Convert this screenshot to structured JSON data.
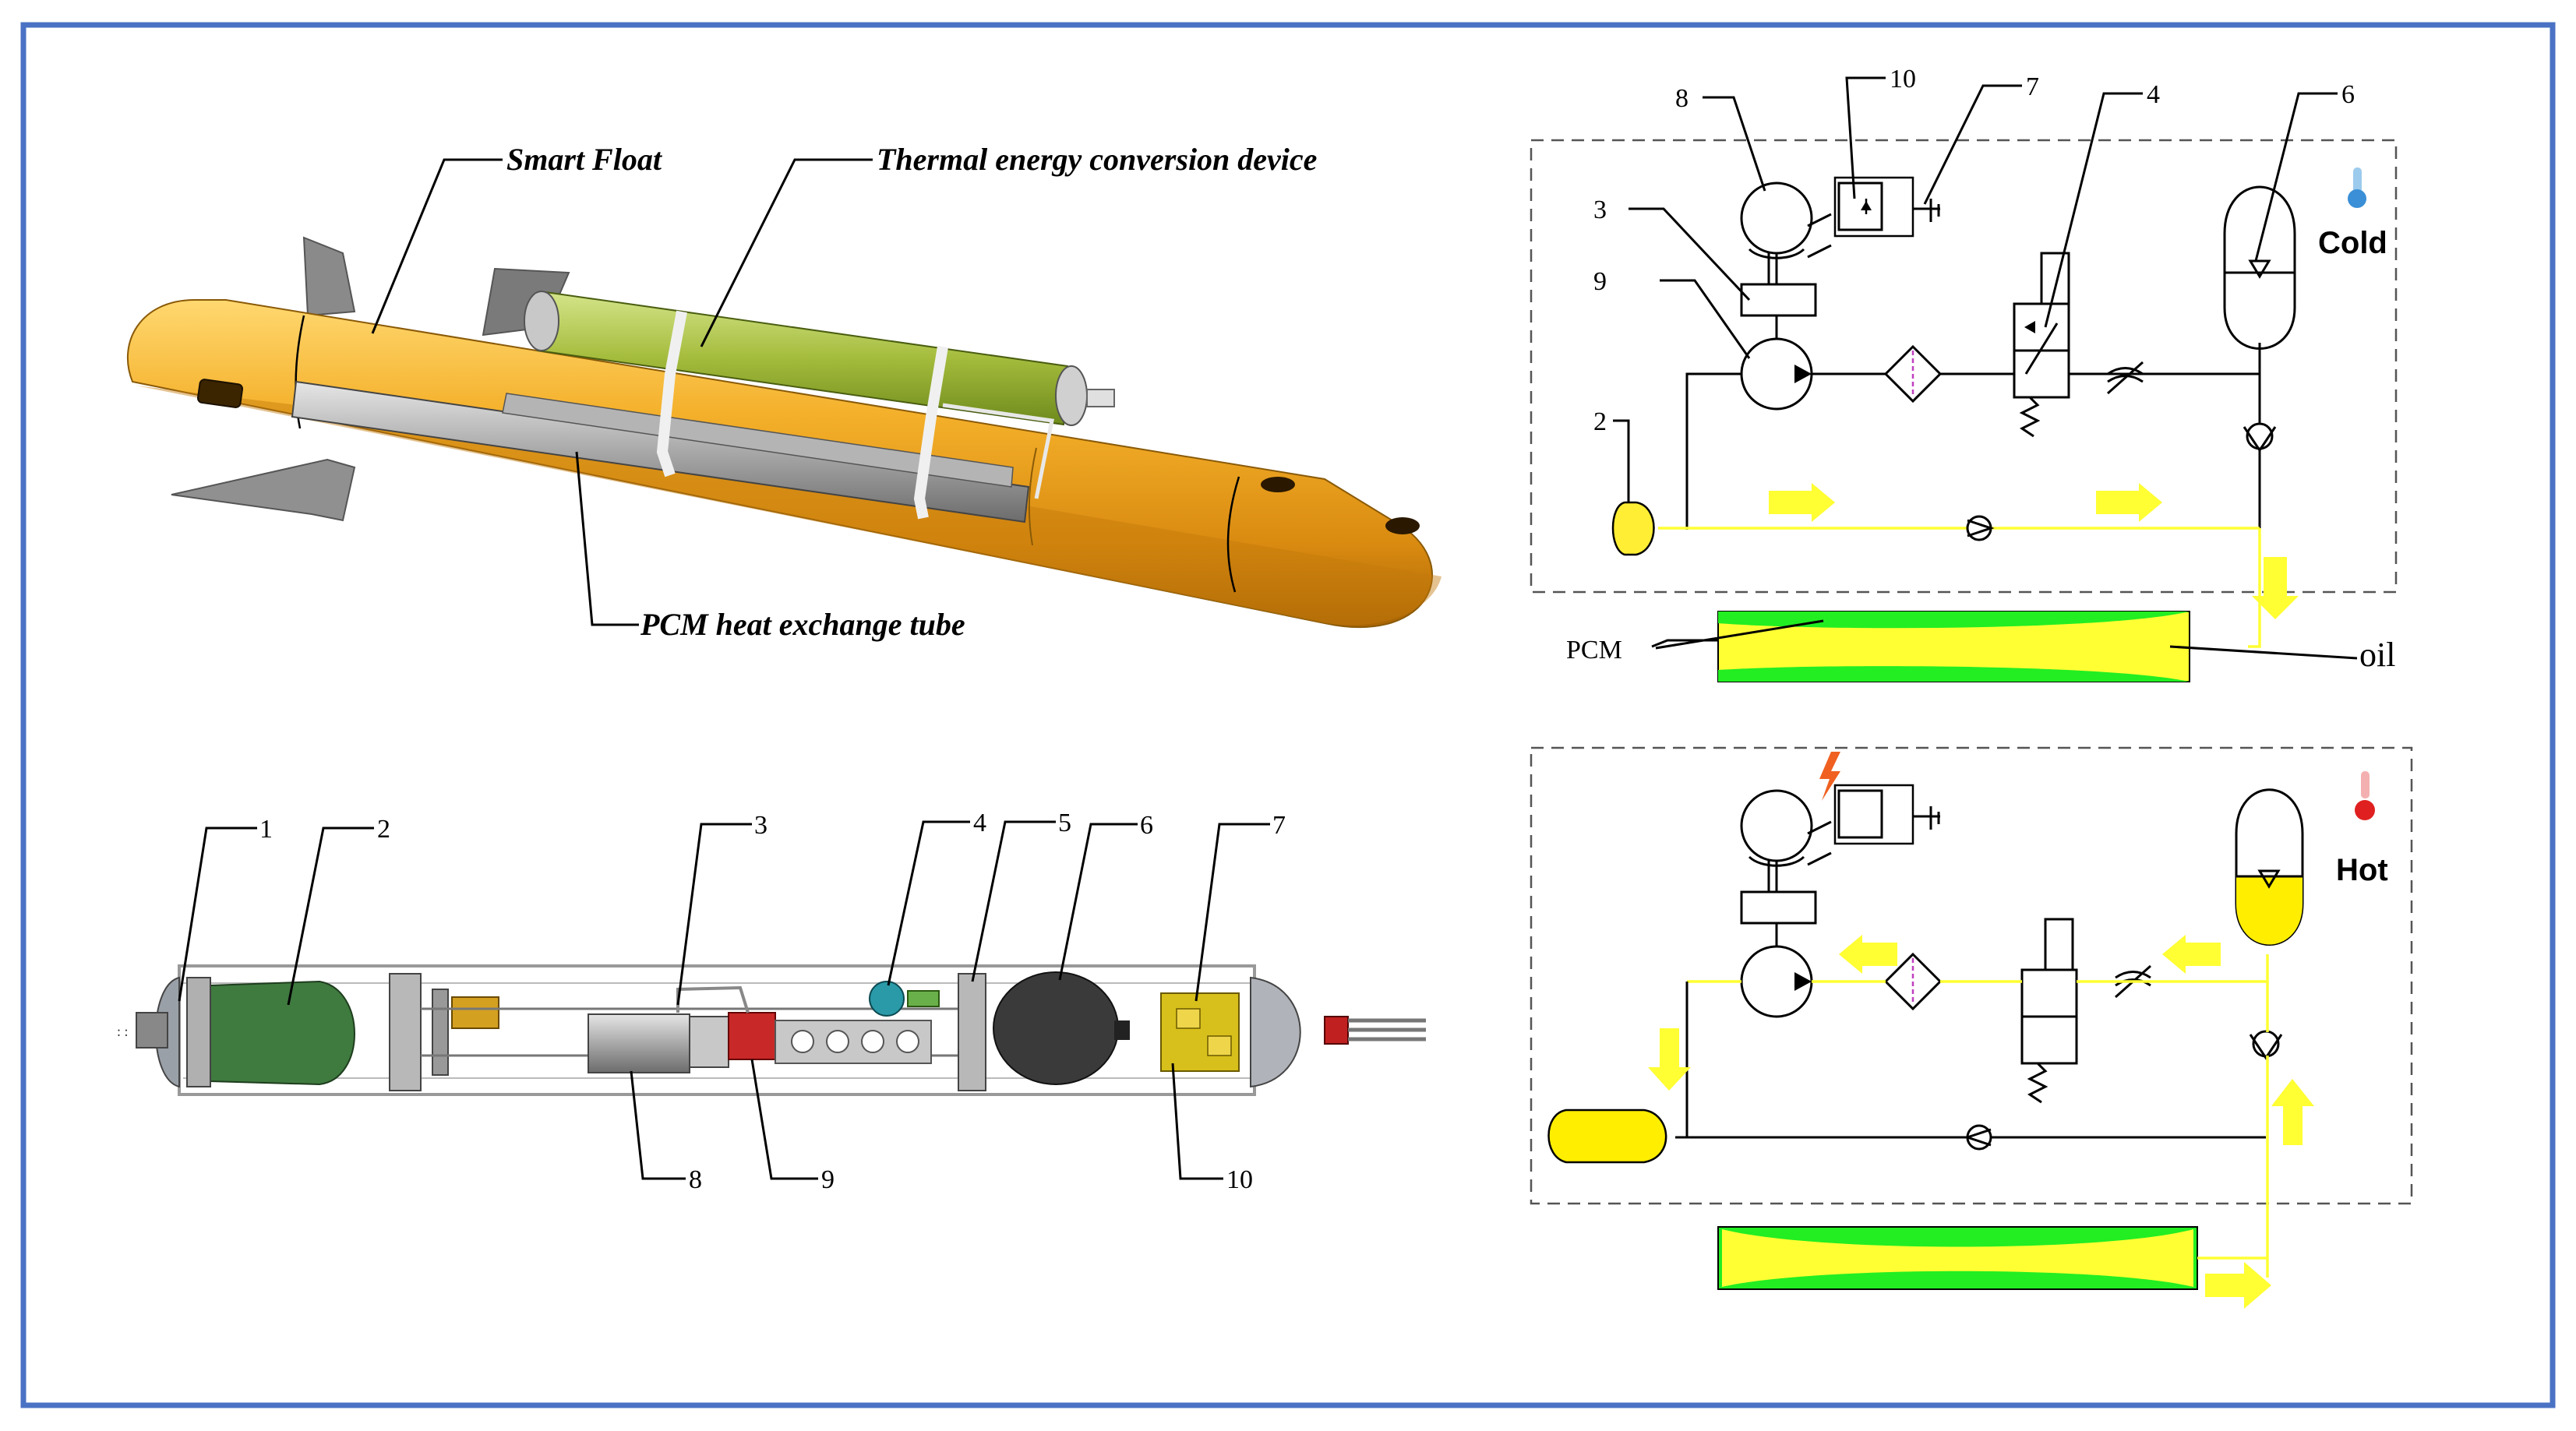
{
  "labels": {
    "smart_float": "Smart Float",
    "thermal_device": "Thermal energy conversion device",
    "pcm_tube": "PCM heat exchange tube",
    "pcm": "PCM",
    "oil": "oil",
    "cold": "Cold",
    "hot": "Hot"
  },
  "component_numbers": {
    "n1": "1",
    "n2": "2",
    "n3": "3",
    "n4": "4",
    "n5": "5",
    "n6": "6",
    "n7": "7",
    "n8": "8",
    "n9": "9",
    "n10": "10"
  },
  "colors": {
    "frame": "#4a72c4",
    "float_body": "#f0a81c",
    "thermal_device": "#a8c040",
    "pcm_green": "#22ee22",
    "pcm_yellow": "#ffff33",
    "thermometer_cold": "#3a8fd6",
    "thermometer_hot": "#e02020"
  }
}
